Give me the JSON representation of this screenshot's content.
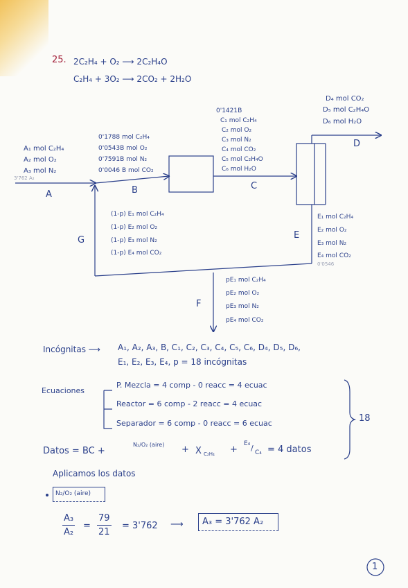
{
  "problem": {
    "number": "25.",
    "reaction1": "2C₂H₄ + O₂ ⟶ 2C₂H₄O",
    "reaction2": "C₂H₄ + 3O₂ ⟶ 2CO₂ + 2H₂O"
  },
  "streamA": {
    "label": "A",
    "lines": [
      "A₁ mol C₂H₄",
      "A₂ mol O₂",
      "A₃ mol N₂"
    ],
    "note": "3'762 A₂"
  },
  "streamB": {
    "label": "B",
    "lines": [
      "0'1788 mol C₂H₄",
      "0'0543B mol O₂",
      "0'7591B mol N₂",
      "0'0046 B mol CO₂"
    ]
  },
  "streamC": {
    "label": "C",
    "header": "0'1421B",
    "lines": [
      "C₁ mol C₂H₄",
      "C₂ mol O₂",
      "C₃ mol N₂",
      "C₄ mol CO₂",
      "C₅ mol C₂H₄O",
      "C₆ mol H₂O"
    ]
  },
  "streamD": {
    "label": "D",
    "lines": [
      "D₄ mol CO₂",
      "D₅ mol C₂H₄O",
      "D₆ mol H₂O"
    ]
  },
  "streamE": {
    "label": "E",
    "lines": [
      "E₁ mol C₂H₄",
      "E₂ mol O₂",
      "E₃ mol N₂",
      "E₄ mol CO₂"
    ],
    "note": "0'0546"
  },
  "streamG": {
    "label": "G",
    "lines": [
      "(1-p) E₁ mol C₂H₄",
      "(1-p) E₂ mol O₂",
      "(1-p) E₃ mol N₂",
      "(1-p) E₄ mol CO₂"
    ]
  },
  "streamF": {
    "label": "F",
    "lines": [
      "pE₁ mol C₂H₄",
      "pE₂ mol O₂",
      "pE₃ mol N₂",
      "pE₄ mol CO₂"
    ]
  },
  "analysis": {
    "unknowns_label": "Incógnitas ⟶",
    "unknowns_line1": "A₁, A₂, A₃, B, C₁, C₂, C₃, C₄, C₅, C₆, D₄, D₅, D₆,",
    "unknowns_line2": "E₁, E₂, E₃, E₄, p = 18 incógnitas",
    "equations_label": "Ecuaciones",
    "eq_mixer": "P. Mezcla = 4 comp - 0 reacc = 4 ecuac",
    "eq_reactor": "Reactor = 6 comp - 2 reacc = 4 ecuac",
    "eq_separator": "Separador = 6 comp - 0 reacc = 6 ecuac",
    "eq_total": "18",
    "data_label": "Datos = BC +",
    "data_n2o2": "N₂/O₂ (aire)",
    "data_plus1": "+",
    "data_x": "X",
    "data_x_sub": "C₂H₄",
    "data_plus2": "+",
    "data_e4c4_num": "E₄",
    "data_e4c4_den": "C₄",
    "data_end": "= 4 datos",
    "apply_label": "Aplicamos los datos",
    "bullet_label": "N₂/O₂ (aire)",
    "ratio_num": "A₃",
    "ratio_den": "A₂",
    "ratio_eq": "=",
    "val_num": "79",
    "val_den": "21",
    "val_result": "= 3'762",
    "result": "A₃ = 3'762 A₂"
  },
  "page_number": "1"
}
